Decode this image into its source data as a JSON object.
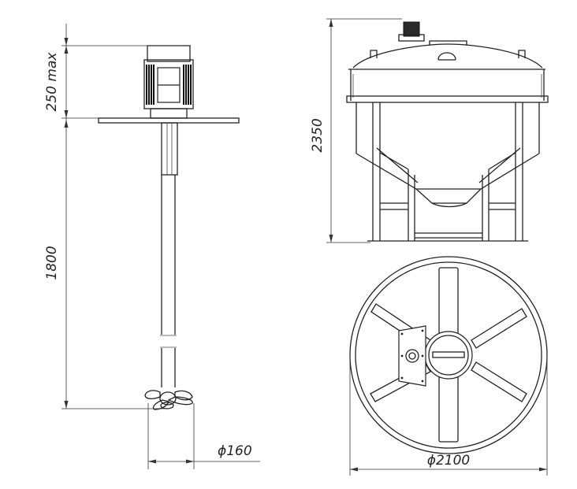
{
  "dimensions": {
    "motor_clearance": "250 max",
    "shaft_length": "1800",
    "impeller_diameter": "ϕ160",
    "tank_height": "2350",
    "tank_diameter": "ϕ2100"
  },
  "colors": {
    "line": "#222222",
    "background": "#ffffff"
  }
}
